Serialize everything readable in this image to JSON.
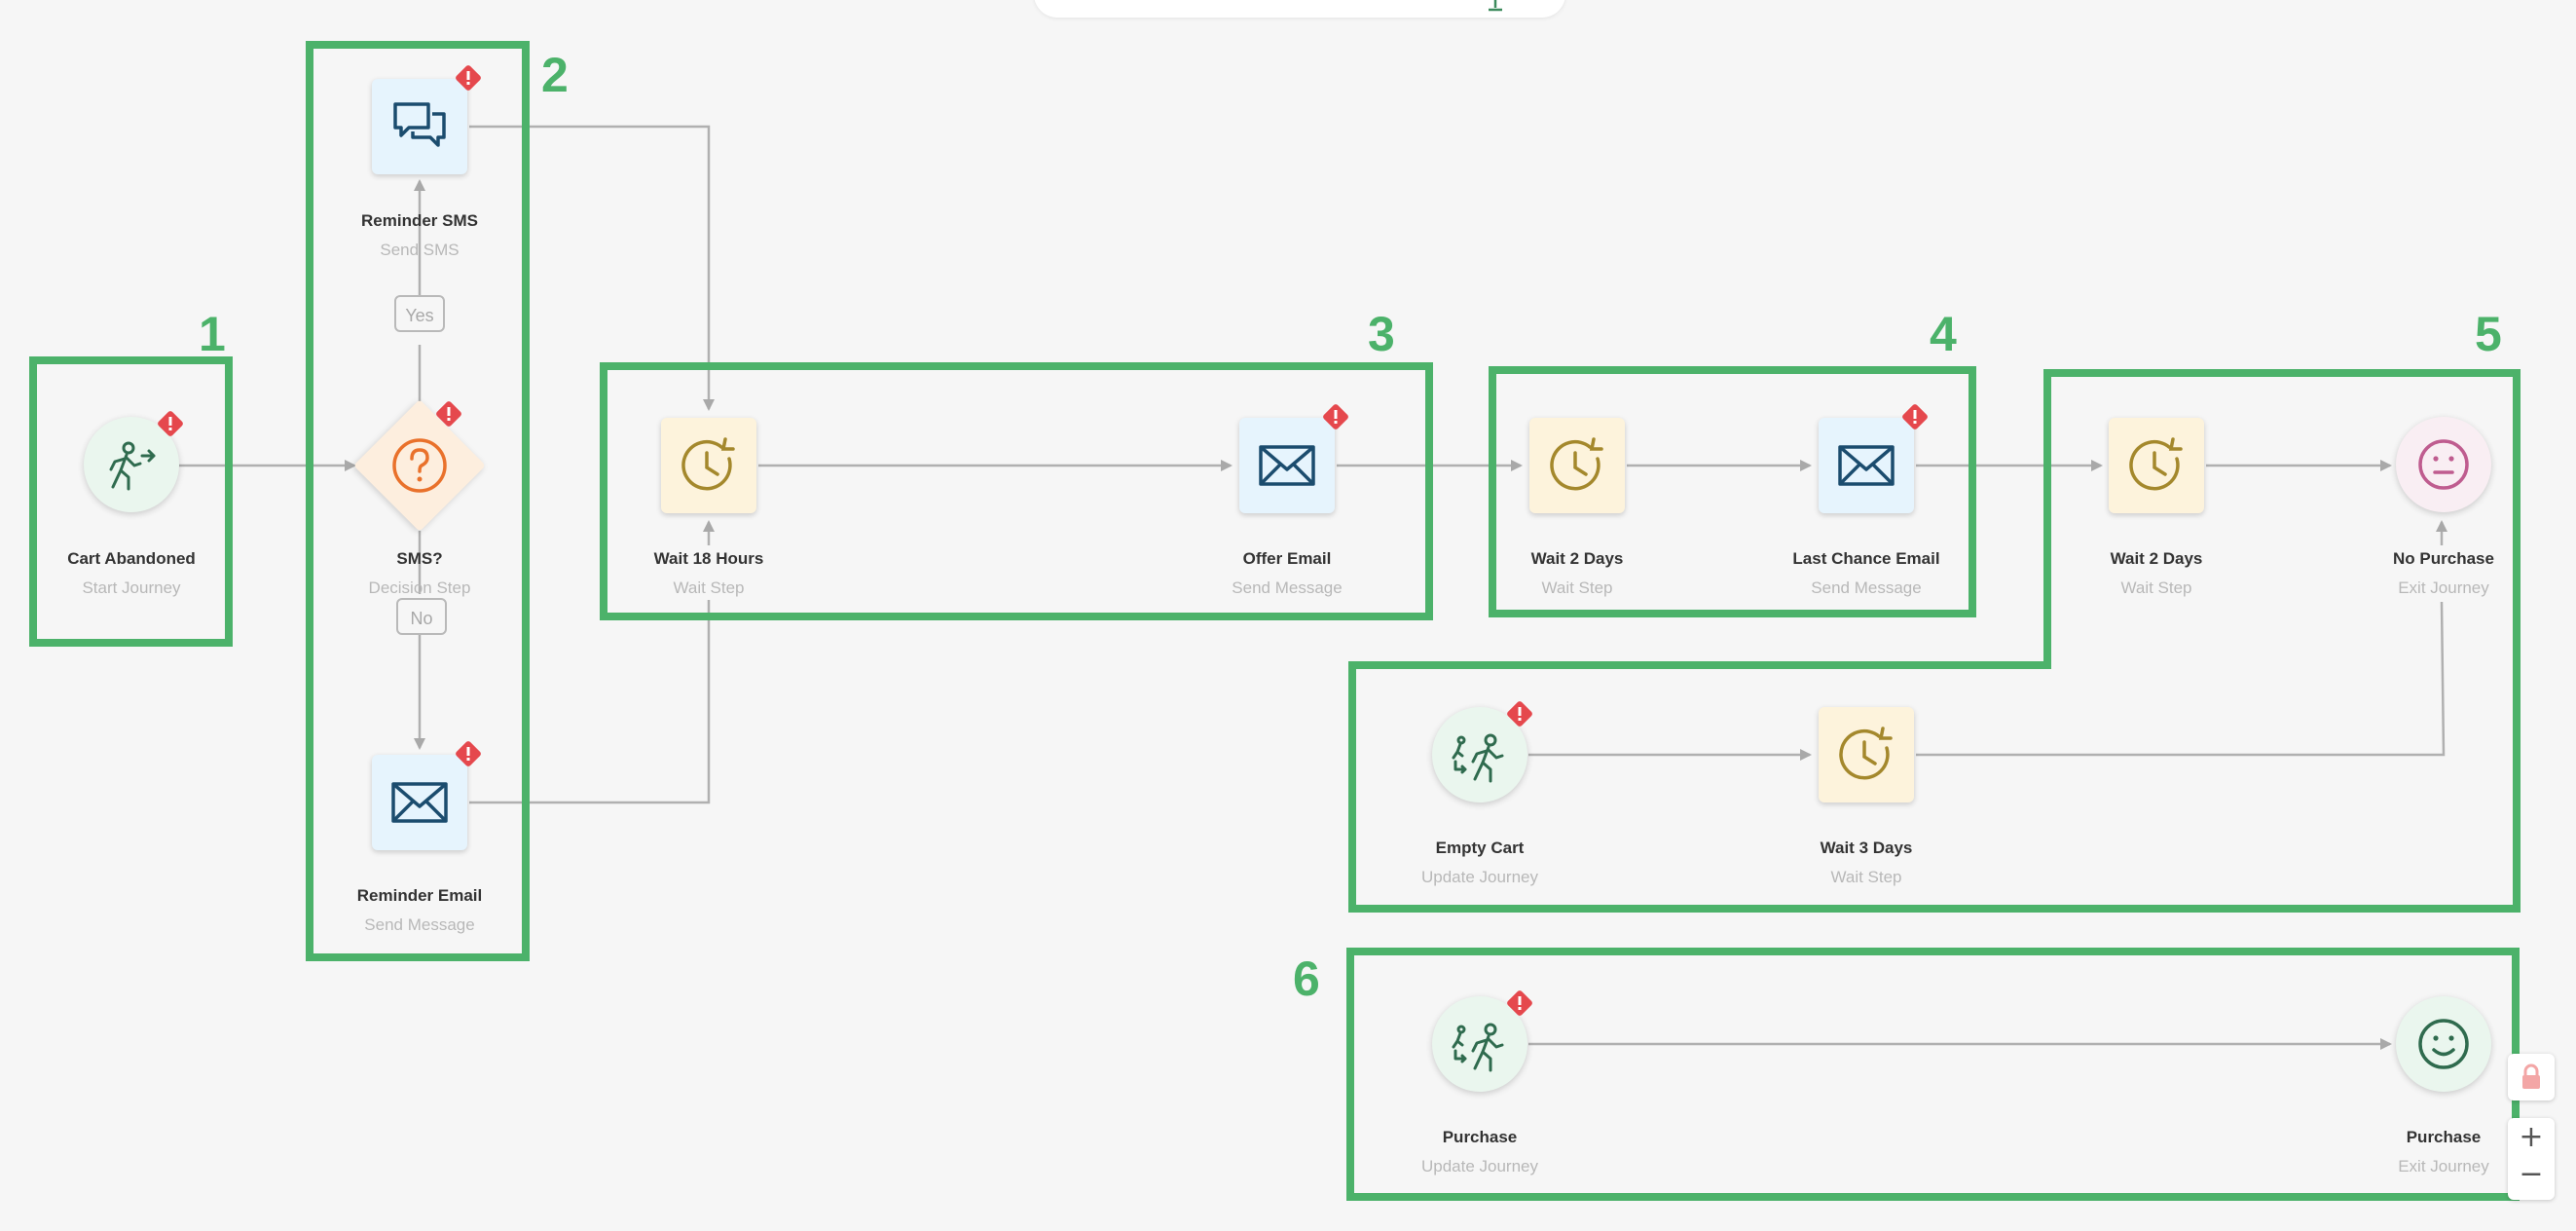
{
  "groups": {
    "g1": "1",
    "g2": "2",
    "g3": "3",
    "g4": "4",
    "g5": "5",
    "g6": "6"
  },
  "branches": {
    "yes": "Yes",
    "no": "No"
  },
  "nodes": {
    "cart_abandoned": {
      "title": "Cart Abandoned",
      "subtitle": "Start Journey",
      "icon": "person-running-icon"
    },
    "sms_decision": {
      "title": "SMS?",
      "subtitle": "Decision Step",
      "icon": "question-icon"
    },
    "reminder_sms": {
      "title": "Reminder SMS",
      "subtitle": "Send SMS",
      "icon": "chat-bubbles-icon"
    },
    "reminder_email": {
      "title": "Reminder Email",
      "subtitle": "Send Message",
      "icon": "envelope-icon"
    },
    "wait_18_hours": {
      "title": "Wait 18 Hours",
      "subtitle": "Wait Step",
      "icon": "clock-icon"
    },
    "offer_email": {
      "title": "Offer Email",
      "subtitle": "Send Message",
      "icon": "envelope-icon"
    },
    "wait_2_days_a": {
      "title": "Wait 2 Days",
      "subtitle": "Wait Step",
      "icon": "clock-icon"
    },
    "last_chance_email": {
      "title": "Last Chance Email",
      "subtitle": "Send Message",
      "icon": "envelope-icon"
    },
    "wait_2_days_b": {
      "title": "Wait 2 Days",
      "subtitle": "Wait Step",
      "icon": "clock-icon"
    },
    "no_purchase": {
      "title": "No Purchase",
      "subtitle": "Exit Journey",
      "icon": "neutral-face-icon"
    },
    "empty_cart": {
      "title": "Empty Cart",
      "subtitle": "Update Journey",
      "icon": "update-journey-icon"
    },
    "wait_3_days": {
      "title": "Wait 3 Days",
      "subtitle": "Wait Step",
      "icon": "clock-icon"
    },
    "purchase_update": {
      "title": "Purchase",
      "subtitle": "Update Journey",
      "icon": "update-journey-icon"
    },
    "purchase_exit": {
      "title": "Purchase",
      "subtitle": "Exit Journey",
      "icon": "smiley-face-icon"
    }
  },
  "controls": {
    "zoom_in": "+",
    "zoom_out": "−",
    "lock_icon": "lock-icon"
  },
  "colors": {
    "group_border": "#4cb26a",
    "alert": "#e5484d",
    "email_icon": "#1b4c6e",
    "clock_icon": "#a4882c",
    "decision": "#e9712b",
    "person_icon": "#2f6b4e",
    "neutral_face": "#bf5c8f"
  }
}
